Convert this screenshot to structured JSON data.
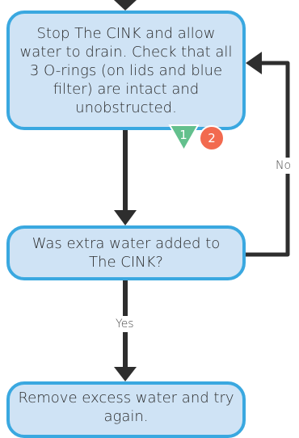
{
  "nodes": {
    "stop": "Stop The CINK and allow water to drain. Check that all 3 O-rings (on lids and blue filter) are intact and unobstructed.",
    "check": "Was extra water added to The CINK?",
    "remove": "Remove excess water and try again."
  },
  "edges": {
    "no_label": "No",
    "yes_label": "Yes"
  },
  "badges": {
    "green": "1",
    "red": "2"
  },
  "colors": {
    "node_fill": "#cfe3f5",
    "node_border": "#3aa8e0",
    "arrow": "#2e2e2e",
    "badge_green": "#63c08d",
    "badge_red": "#f26a4f"
  }
}
